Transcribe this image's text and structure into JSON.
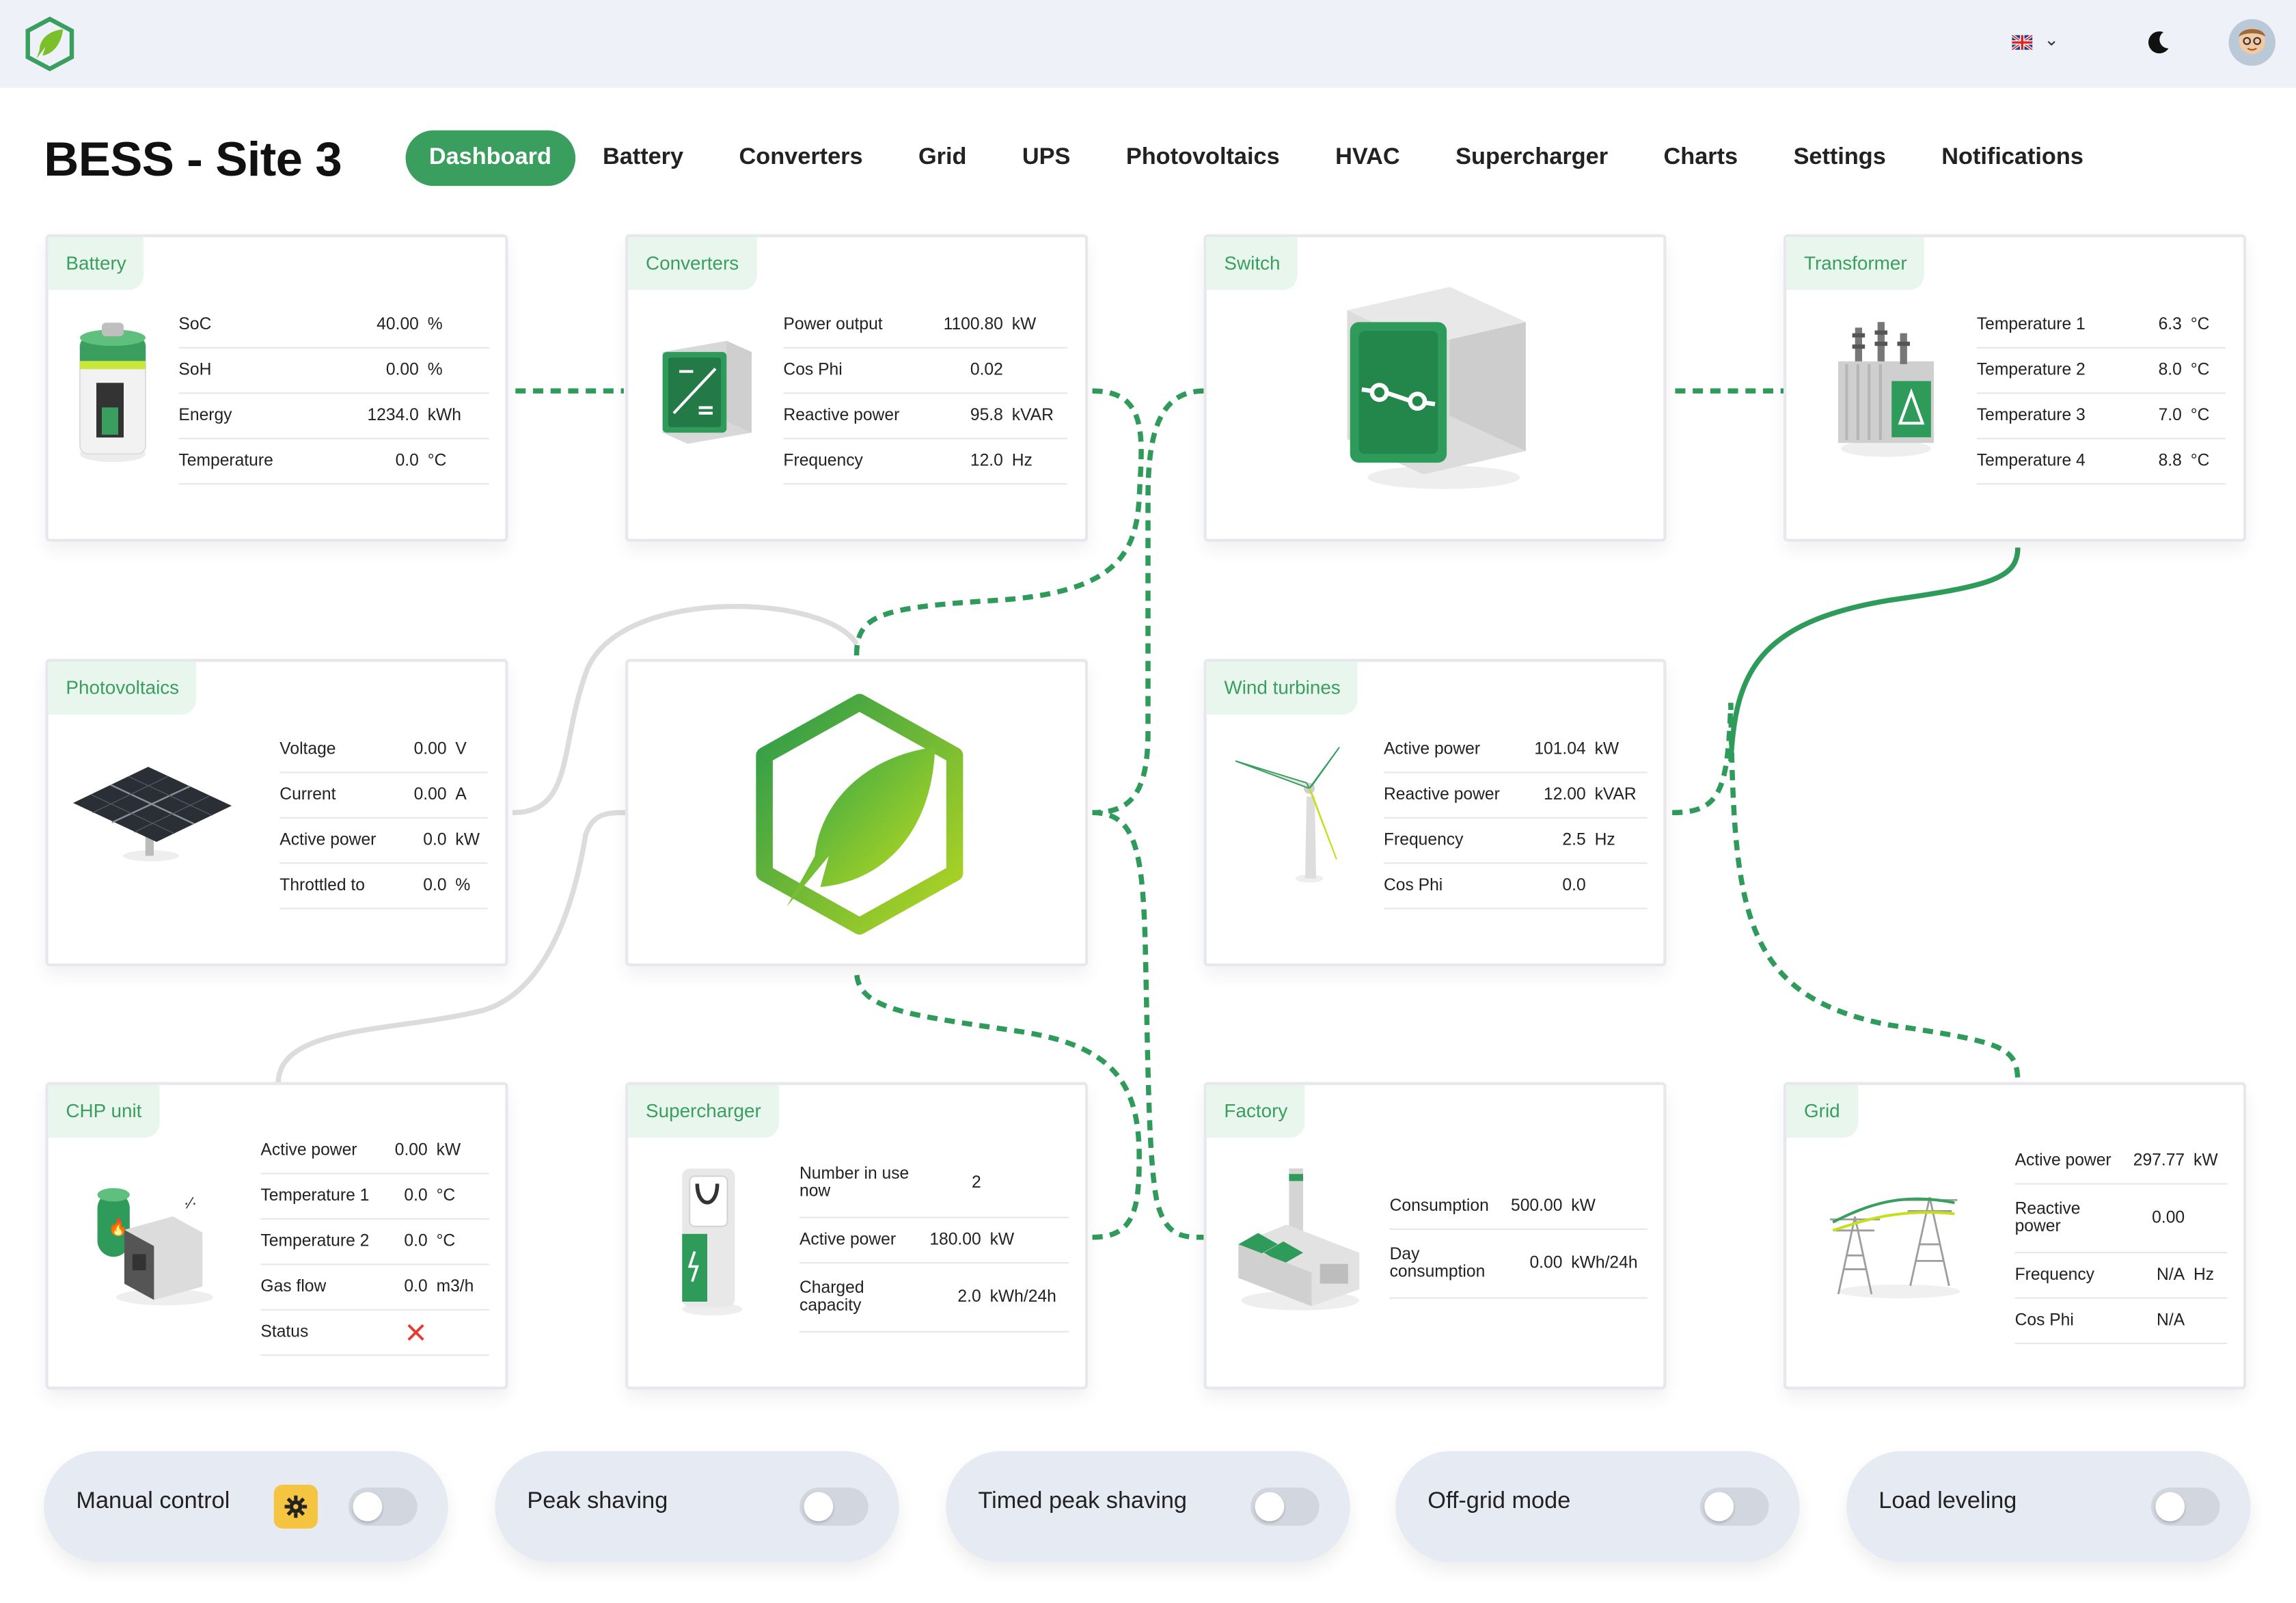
{
  "header": {
    "language_flag": "uk-flag-icon",
    "theme_icon": "moon-icon"
  },
  "page": {
    "title": "BESS - Site 3"
  },
  "nav": {
    "items": [
      "Dashboard",
      "Battery",
      "Converters",
      "Grid",
      "UPS",
      "Photovoltaics",
      "HVAC",
      "Supercharger",
      "Charts",
      "Settings",
      "Notifications"
    ],
    "active": "Dashboard"
  },
  "cards": {
    "battery": {
      "title": "Battery",
      "rows": [
        {
          "label": "SoC",
          "value": "40.00",
          "unit": "%"
        },
        {
          "label": "SoH",
          "value": "0.00",
          "unit": "%"
        },
        {
          "label": "Energy",
          "value": "1234.0",
          "unit": "kWh"
        },
        {
          "label": "Temperature",
          "value": "0.0",
          "unit": "°C"
        }
      ]
    },
    "converters": {
      "title": "Converters",
      "rows": [
        {
          "label": "Power output",
          "value": "1100.80",
          "unit": "kW"
        },
        {
          "label": "Cos Phi",
          "value": "0.02",
          "unit": ""
        },
        {
          "label": "Reactive power",
          "value": "95.8",
          "unit": "kVAR"
        },
        {
          "label": "Frequency",
          "value": "12.0",
          "unit": "Hz"
        }
      ]
    },
    "switch": {
      "title": "Switch"
    },
    "transformer": {
      "title": "Transformer",
      "rows": [
        {
          "label": "Temperature 1",
          "value": "6.3",
          "unit": "°C"
        },
        {
          "label": "Temperature 2",
          "value": "8.0",
          "unit": "°C"
        },
        {
          "label": "Temperature 3",
          "value": "7.0",
          "unit": "°C"
        },
        {
          "label": "Temperature 4",
          "value": "8.8",
          "unit": "°C"
        }
      ]
    },
    "photovoltaics": {
      "title": "Photovoltaics",
      "rows": [
        {
          "label": "Voltage",
          "value": "0.00",
          "unit": "V"
        },
        {
          "label": "Current",
          "value": "0.00",
          "unit": "A"
        },
        {
          "label": "Active power",
          "value": "0.0",
          "unit": "kW"
        },
        {
          "label": "Throttled to",
          "value": "0.0",
          "unit": "%"
        }
      ]
    },
    "wind": {
      "title": "Wind turbines",
      "rows": [
        {
          "label": "Active power",
          "value": "101.04",
          "unit": "kW"
        },
        {
          "label": "Reactive power",
          "value": "12.00",
          "unit": "kVAR"
        },
        {
          "label": "Frequency",
          "value": "2.5",
          "unit": "Hz"
        },
        {
          "label": "Cos Phi",
          "value": "0.0",
          "unit": ""
        }
      ]
    },
    "chp": {
      "title": "CHP unit",
      "rows": [
        {
          "label": "Active power",
          "value": "0.00",
          "unit": "kW"
        },
        {
          "label": "Temperature 1",
          "value": "0.0",
          "unit": "°C"
        },
        {
          "label": "Temperature 2",
          "value": "0.0",
          "unit": "°C"
        },
        {
          "label": "Gas flow",
          "value": "0.0",
          "unit": "m3/h"
        },
        {
          "label": "Status",
          "value": "",
          "unit": ""
        }
      ]
    },
    "supercharger": {
      "title": "Supercharger",
      "rows": [
        {
          "label": "Number in use now",
          "value": "2",
          "unit": ""
        },
        {
          "label": "Active power",
          "value": "180.00",
          "unit": "kW"
        },
        {
          "label": "Charged capacity",
          "value": "2.0",
          "unit": "kWh/24h"
        }
      ]
    },
    "factory": {
      "title": "Factory",
      "rows": [
        {
          "label": "Consumption",
          "value": "500.00",
          "unit": "kW"
        },
        {
          "label": "Day consumption",
          "value": "0.00",
          "unit": "kWh/24h"
        }
      ]
    },
    "grid": {
      "title": "Grid",
      "rows": [
        {
          "label": "Active power",
          "value": "297.77",
          "unit": "kW"
        },
        {
          "label": "Reactive power",
          "value": "0.00",
          "unit": ""
        },
        {
          "label": "Frequency",
          "value": "N/A",
          "unit": "Hz"
        },
        {
          "label": "Cos Phi",
          "value": "N/A",
          "unit": ""
        }
      ]
    }
  },
  "toggles": [
    {
      "label": "Manual control",
      "has_settings": true,
      "on": false
    },
    {
      "label": "Peak shaving",
      "has_settings": false,
      "on": false
    },
    {
      "label": "Timed peak shaving",
      "has_settings": false,
      "on": false
    },
    {
      "label": "Off-grid mode",
      "has_settings": false,
      "on": false
    },
    {
      "label": "Load leveling",
      "has_settings": false,
      "on": false
    }
  ],
  "colors": {
    "accent": "#3a9e5f",
    "wire_active": "#2f9b5a",
    "wire_idle": "#dcdcdc",
    "status_error": "#e53935",
    "settings": "#f5c542"
  }
}
